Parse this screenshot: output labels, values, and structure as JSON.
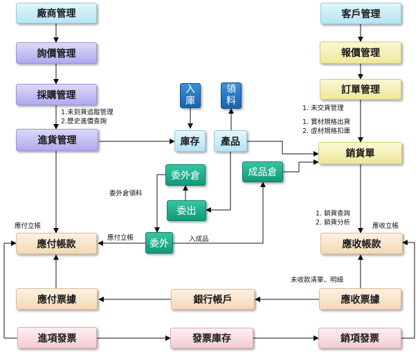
{
  "boxes": {
    "vendor_mgmt": "廠商管理",
    "inquiry_mgmt": "詢價管理",
    "purchase_mgmt": "採購管理",
    "receiving_mgmt": "進貨管理",
    "payable_account": "應付帳款",
    "payable_bill": "應付票據",
    "purchase_invoice": "進項發票",
    "customer_mgmt": "客戶管理",
    "quote_mgmt": "報價管理",
    "order_mgmt": "訂單管理",
    "sales_order": "銷貨單",
    "receivable_account": "應收帳款",
    "receivable_bill": "應收票據",
    "sales_invoice": "銷項發票",
    "bank_account": "銀行帳戶",
    "invoice_stock": "發票庫存",
    "inventory": "庫存",
    "product": "產品",
    "stock_in_line1": "入",
    "stock_in_line2": "庫",
    "requisition_line1": "領",
    "requisition_line2": "料",
    "outsource_warehouse": "委外倉",
    "outsource_out": "委出",
    "outsource": "委外",
    "finished_warehouse": "成品倉"
  },
  "notes": {
    "receiving_line1": "1.未到貨追蹤管理",
    "receiving_line2": "2.歷史進價查詢",
    "payable_post_left": "應付立帳",
    "payable_post_mid": "應付立帳",
    "outsource_req": "委外倉領料",
    "finished_in": "入成品",
    "order_line1": "1. 未交貨管理",
    "order_line2": "1. 實材規格出貨",
    "order_line3": "2. 虛材規格扣庫",
    "sales_line1": "1. 銷貨查詢",
    "sales_line2": "2. 銷貨分析",
    "receivable_post": "應收立帳",
    "unpaid_list": "未收款清單、明細"
  }
}
